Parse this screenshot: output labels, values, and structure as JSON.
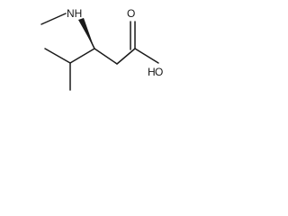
{
  "molecule": {
    "atoms": {
      "amine": "NH",
      "hydroxyl_oxygen": "O",
      "hydroxyl_hydrogen": "H",
      "carbonyl_oxygen": "O"
    },
    "stereo": "wedge"
  }
}
